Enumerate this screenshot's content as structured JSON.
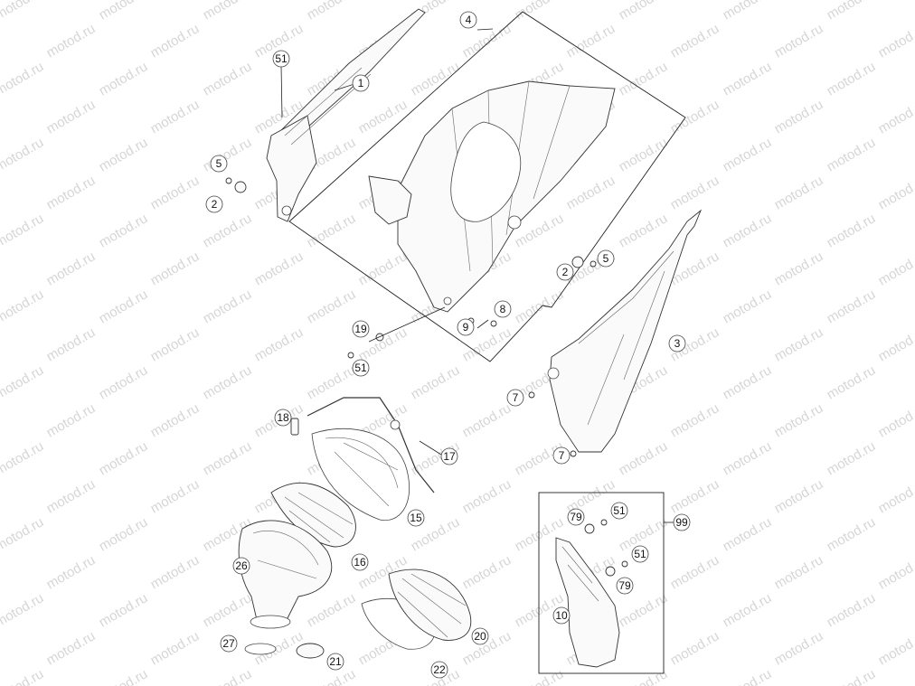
{
  "watermark": "motod.ru",
  "callouts": {
    "c51a": "51",
    "c1": "1",
    "c4": "4",
    "c5a": "5",
    "c2a": "2",
    "c2b": "2",
    "c5b": "5",
    "c3": "3",
    "c19": "19",
    "c9": "9",
    "c8": "8",
    "c51b": "51",
    "c7a": "7",
    "c7b": "7",
    "c18": "18",
    "c17": "17",
    "c15": "15",
    "c16": "16",
    "c26": "26",
    "c20": "20",
    "c27": "27",
    "c21": "21",
    "c22": "22",
    "c79a": "79",
    "c51c": "51",
    "c99": "99",
    "c51d": "51",
    "c79b": "79",
    "c10": "10"
  }
}
